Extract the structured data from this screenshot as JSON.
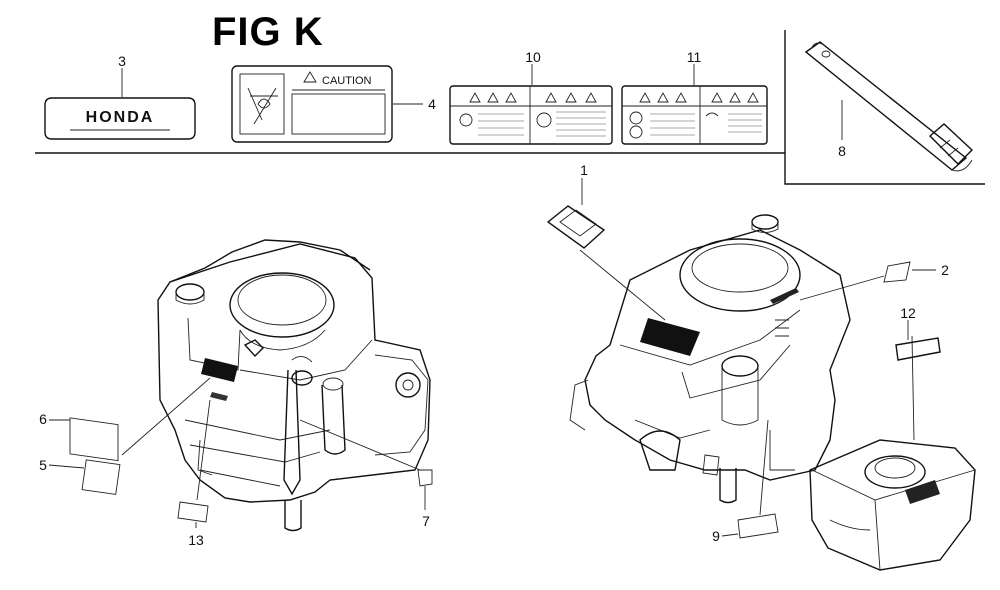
{
  "figure": {
    "title": "FIG K"
  },
  "decal_text": {
    "brand": "HONDA",
    "caution": "CAUTION"
  },
  "callouts": {
    "c1": "1",
    "c2": "2",
    "c3": "3",
    "c4": "4",
    "c5": "5",
    "c6": "6",
    "c7": "7",
    "c8": "8",
    "c9": "9",
    "c10": "10",
    "c11": "11",
    "c12": "12",
    "c13": "13"
  }
}
